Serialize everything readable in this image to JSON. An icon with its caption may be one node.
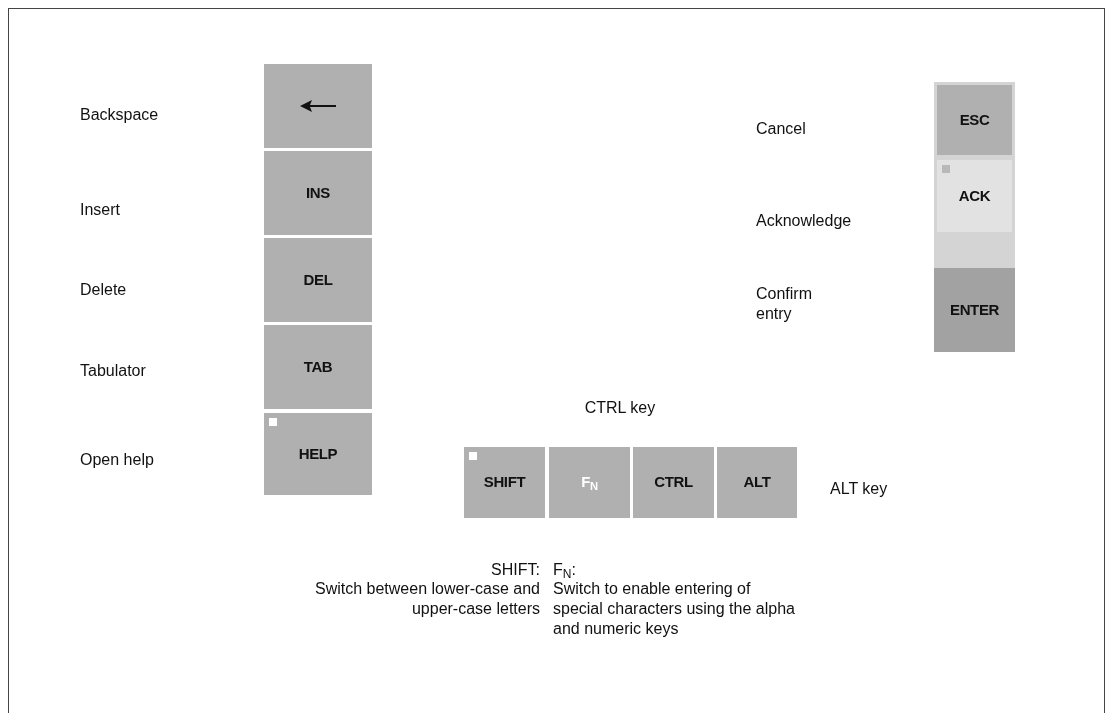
{
  "diagram": {
    "nodes": [
      {
        "text": [],
        "shape": "box"
      },
      {
        "text": [
          "INS"
        ]
      },
      {
        "text": [
          "DEL"
        ]
      },
      {
        "text": [
          "TAB"
        ]
      },
      {
        "text": [
          "HELP"
        ]
      },
      {
        "text": [
          "ESC"
        ]
      },
      {
        "text": [
          "ACK"
        ]
      },
      {
        "text": [
          "ENTER"
        ]
      },
      {
        "text": [
          "SHIFT"
        ],
        "beside": [
          "SHIFT:",
          "Switch between lower-case and upper-case letters"
        ]
      },
      {
        "text": [
          "F$_{N}$"
        ],
        "beside": [
          "F$_{N}$:",
          "Switch to enable entering of special characters using the alpha and numeric keys"
        ]
      },
      {
        "text": [
          "CTRL"
        ],
        "beside": [
          "CTRL key"
        ]
      },
      {
        "text": [
          "ALT"
        ],
        "beside": [
          "ALT key"
        ]
      }
    ],
    "labels": [
      "Backspace",
      "Cancel",
      "Insert",
      "Acknowledge",
      "Delete",
      "Confirm entry",
      "Tabulator",
      "Open help"
    ]
  }
}
